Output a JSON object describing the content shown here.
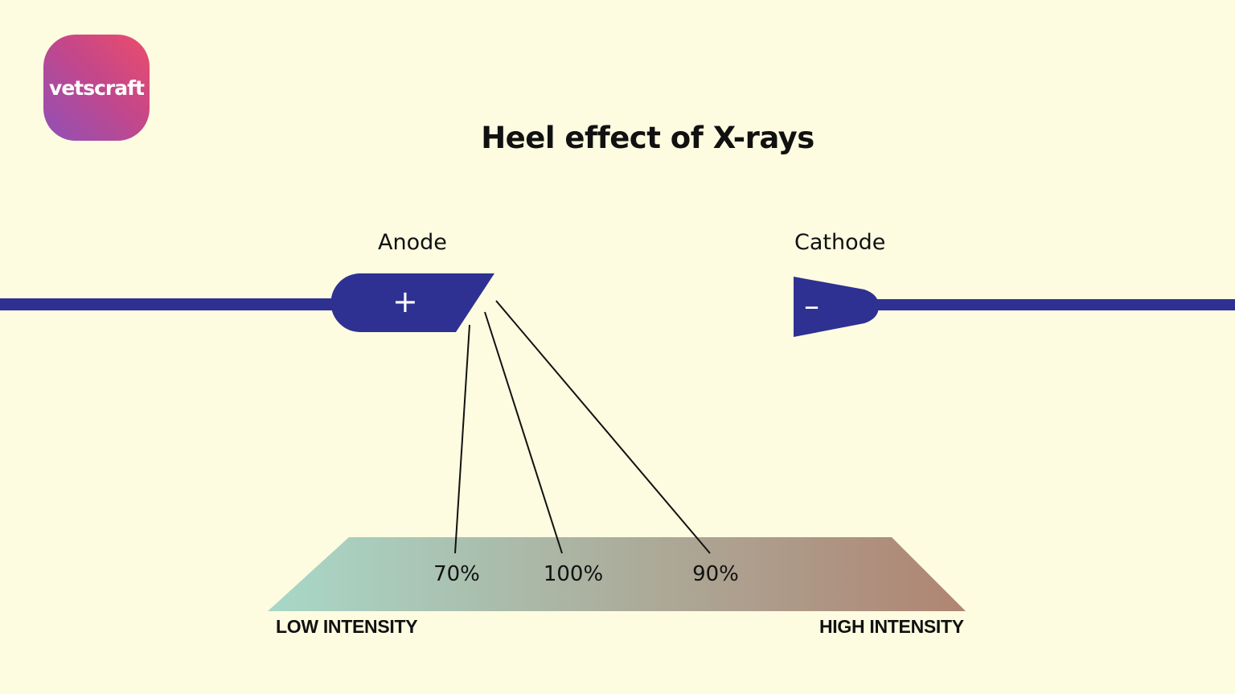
{
  "logo": {
    "text": "vetscraft"
  },
  "title": "Heel effect of X-rays",
  "anode": {
    "label": "Anode",
    "sign": "+"
  },
  "cathode": {
    "label": "Cathode",
    "sign": "–"
  },
  "beams": [
    {
      "label": "70%"
    },
    {
      "label": "100%"
    },
    {
      "label": "90%"
    }
  ],
  "intensity": {
    "low": "LOW INTENSITY",
    "high": "HIGH INTENSITY"
  },
  "colors": {
    "background": "#fdfce0",
    "electrode": "#2e3192",
    "gradient_low": "#a8d8c8",
    "gradient_high": "#b08472",
    "logo_gradient": [
      "#ec4d6b",
      "#9050b8"
    ]
  }
}
